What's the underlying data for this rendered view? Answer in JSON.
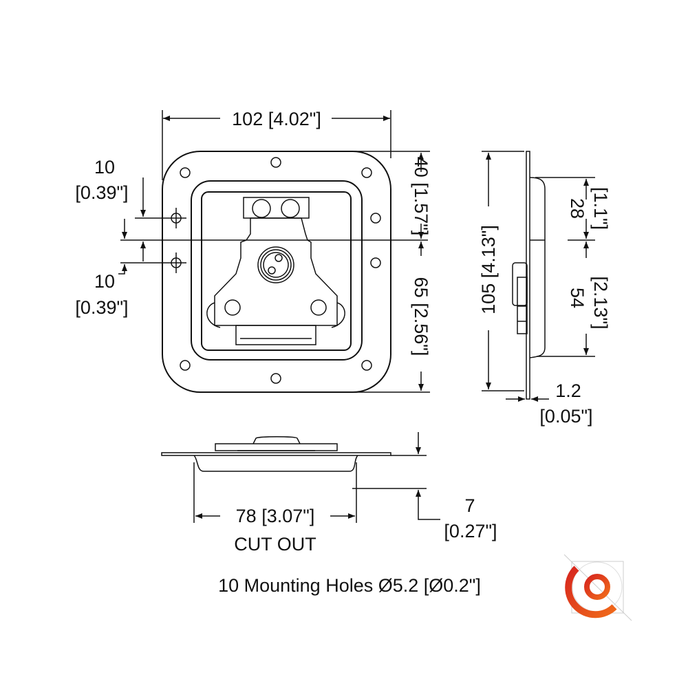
{
  "title": "Butterfly latch dimension drawing",
  "dimensions": {
    "width": "102 [4.02\"]",
    "hole_offset_top_value": "10",
    "hole_offset_top_inch": "[0.39\"]",
    "hole_offset_bottom_value": "10",
    "hole_offset_bottom_inch": "[0.39\"]",
    "upper_height": "40 [1.57\"]",
    "lower_height": "65 [2.56\"]",
    "total_height": "105 [4.13\"]",
    "recess_upper_value": "28",
    "recess_upper_inch": "[1.1\"]",
    "recess_lower_value": "54",
    "recess_lower_inch": "[2.13\"]",
    "thickness_value": "1.2",
    "thickness_inch": "[0.05\"]",
    "cutout_width": "78 [3.07\"]",
    "cutout_label": "CUT OUT",
    "depth_value": "7",
    "depth_inch": "[0.27\"]"
  },
  "note": "10 Mounting Holes Ø5.2 [Ø0.2\"]",
  "logo": {
    "colors": [
      "#d7261e",
      "#f06a1a"
    ]
  }
}
